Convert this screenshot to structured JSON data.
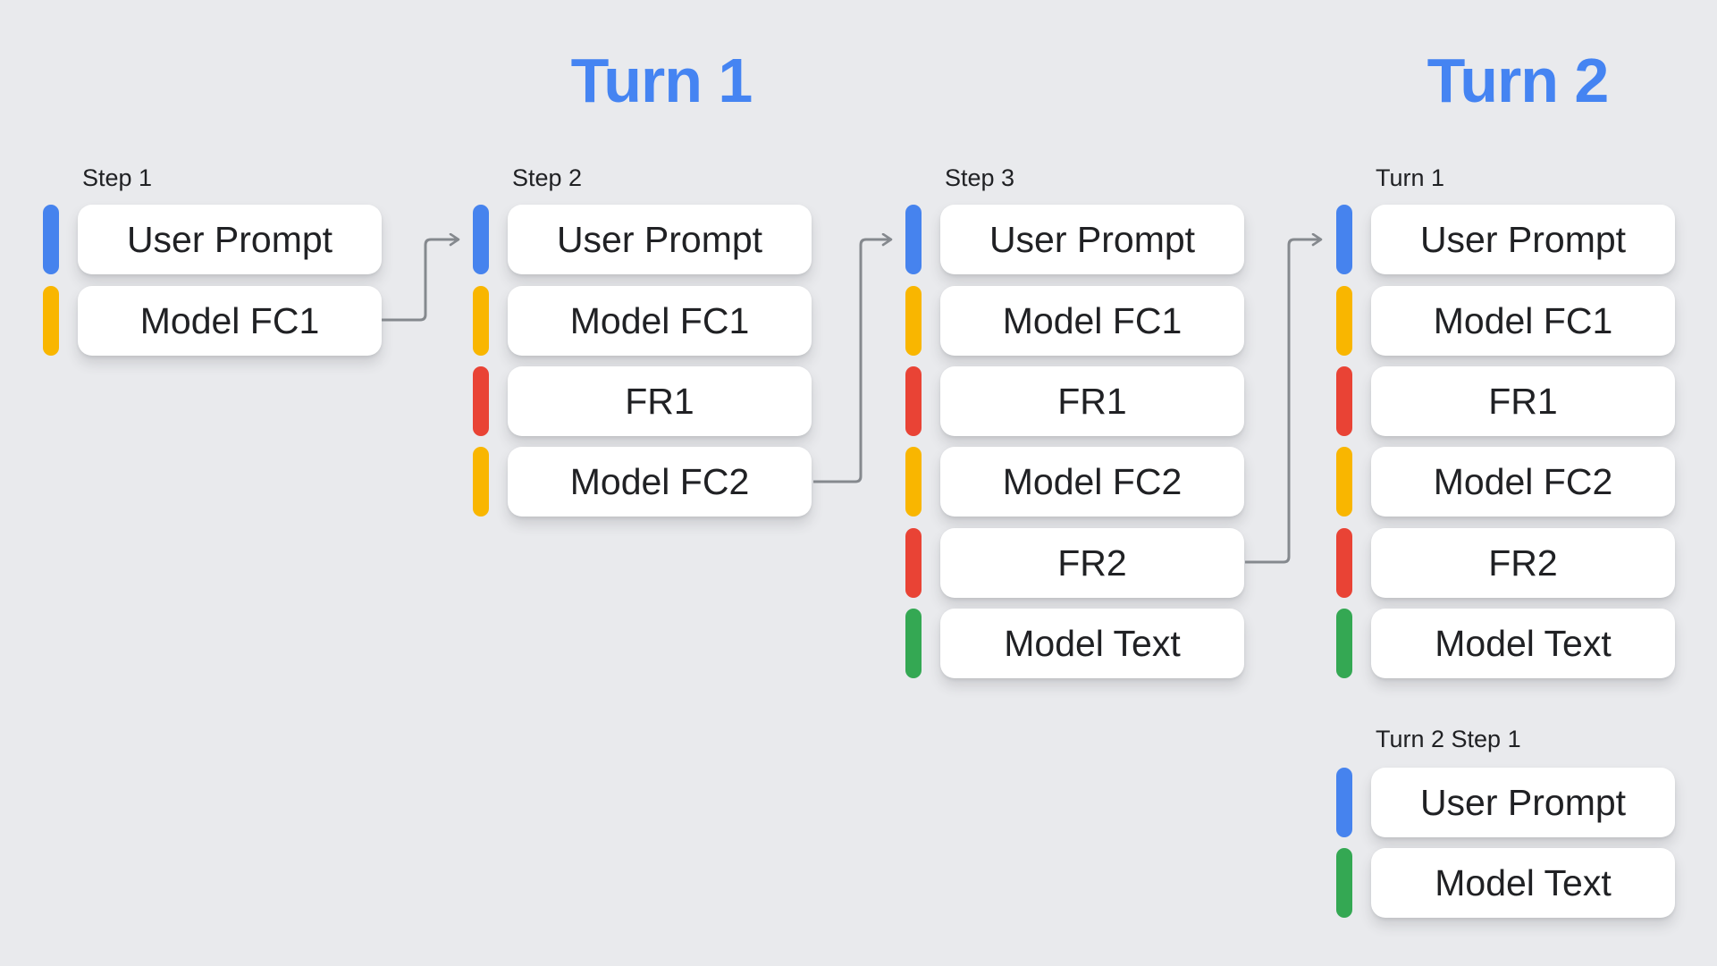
{
  "canvas": {
    "background": "#E9EAED"
  },
  "palette": {
    "blue": "#4683EE",
    "yellow": "#F9B600",
    "red": "#E94335",
    "green": "#34A853",
    "title_blue": "#4584F2",
    "text": "#202124",
    "arrow": "#85898E",
    "box_bg": "#FFFFFF"
  },
  "titles": {
    "turn1": "Turn 1",
    "turn2": "Turn 2"
  },
  "columns": [
    {
      "id": "step-1",
      "label": "Step 1",
      "items": [
        {
          "label": "User Prompt",
          "role": "user-prompt",
          "color": "blue"
        },
        {
          "label": "Model FC1",
          "role": "model-function-call",
          "color": "yellow"
        }
      ]
    },
    {
      "id": "step-2",
      "label": "Step 2",
      "items": [
        {
          "label": "User Prompt",
          "role": "user-prompt",
          "color": "blue"
        },
        {
          "label": "Model FC1",
          "role": "model-function-call",
          "color": "yellow"
        },
        {
          "label": "FR1",
          "role": "function-response",
          "color": "red"
        },
        {
          "label": "Model FC2",
          "role": "model-function-call",
          "color": "yellow"
        }
      ]
    },
    {
      "id": "step-3",
      "label": "Step 3",
      "items": [
        {
          "label": "User Prompt",
          "role": "user-prompt",
          "color": "blue"
        },
        {
          "label": "Model FC1",
          "role": "model-function-call",
          "color": "yellow"
        },
        {
          "label": "FR1",
          "role": "function-response",
          "color": "red"
        },
        {
          "label": "Model FC2",
          "role": "model-function-call",
          "color": "yellow"
        },
        {
          "label": "FR2",
          "role": "function-response",
          "color": "red"
        },
        {
          "label": "Model Text",
          "role": "model-text",
          "color": "green"
        }
      ]
    },
    {
      "id": "turn-1",
      "label": "Turn 1",
      "items": [
        {
          "label": "User Prompt",
          "role": "user-prompt",
          "color": "blue"
        },
        {
          "label": "Model FC1",
          "role": "model-function-call",
          "color": "yellow"
        },
        {
          "label": "FR1",
          "role": "function-response",
          "color": "red"
        },
        {
          "label": "Model FC2",
          "role": "model-function-call",
          "color": "yellow"
        },
        {
          "label": "FR2",
          "role": "function-response",
          "color": "red"
        },
        {
          "label": "Model Text",
          "role": "model-text",
          "color": "green"
        }
      ]
    },
    {
      "id": "turn-2-step-1",
      "label": "Turn 2 Step 1",
      "items": [
        {
          "label": "User Prompt",
          "role": "user-prompt",
          "color": "blue"
        },
        {
          "label": "Model Text",
          "role": "model-text",
          "color": "green"
        }
      ]
    }
  ],
  "arrows": [
    {
      "from": "Step 1 / Model FC1",
      "to": "Step 2 / User Prompt"
    },
    {
      "from": "Step 2 / Model FC2",
      "to": "Step 3 / User Prompt"
    },
    {
      "from": "Step 3 / FR2",
      "to": "Turn 1 / User Prompt"
    }
  ]
}
